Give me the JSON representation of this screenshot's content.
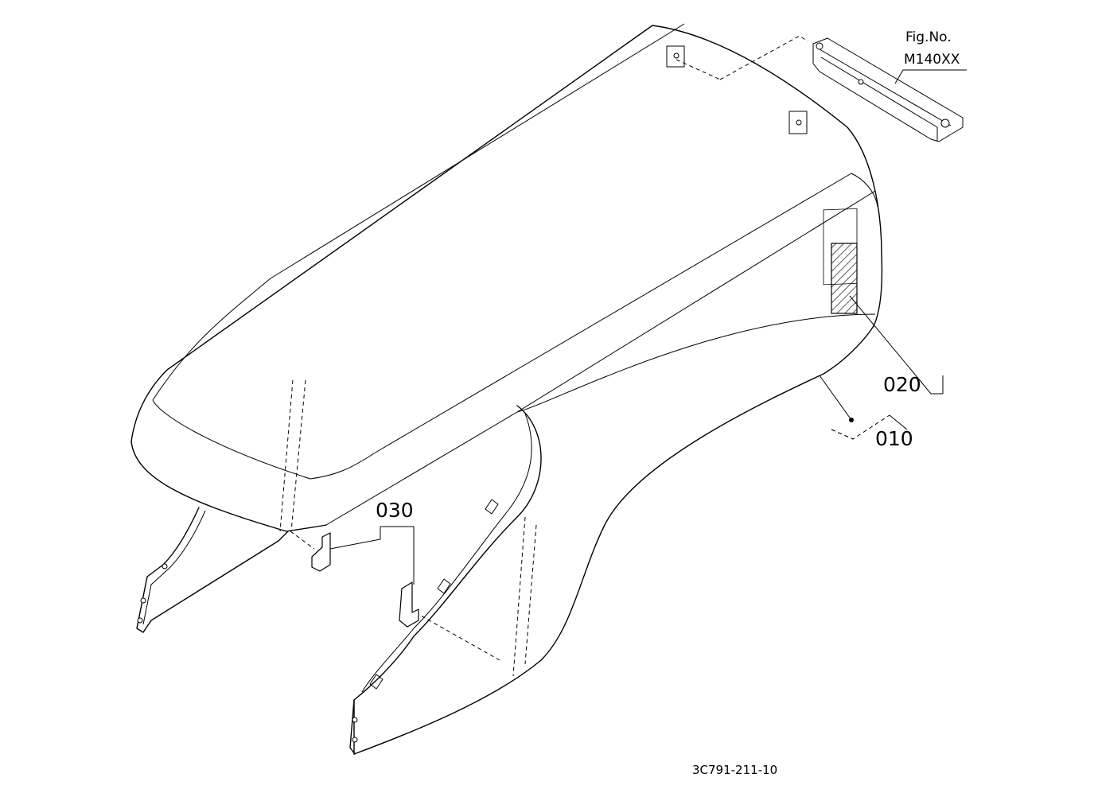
{
  "figure": {
    "ref_title": "Fig.No.",
    "ref_number": "M140XX",
    "drawing_code": "3C791-211-10"
  },
  "callouts": {
    "part_010": "010",
    "part_020": "020",
    "part_030": "030"
  }
}
